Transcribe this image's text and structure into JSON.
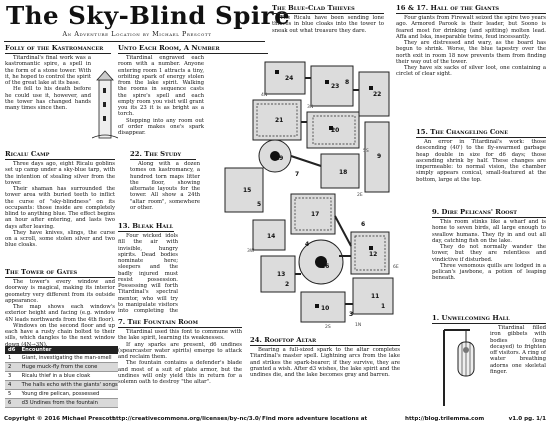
{
  "header": {
    "title": "The Sky-Blind Spire",
    "subtitle": "An Adventure Location by Michael Prescott"
  },
  "sections": {
    "folly": {
      "heading": "Folly of the Kastromancer",
      "body": [
        "Titardinal's final work was a kastromantic spire, a spell in the form of a stone tower. With it, he hoped to control the spirit of the great lake at its base.",
        "He fell to his death before he could use it, however, and the tower has changed hands many times since then."
      ]
    },
    "ricalu": {
      "heading": "Ricalu Camp",
      "body": [
        "Three days ago, eight Ricalu goblins set up camp under a sky-blue tarp, with the intention of stealing silver from the tower.",
        "Their shaman has surrounded the tower area with buried teeth to inflict the curse of \"sky-blindness\" on its occupants: those inside are completely blind to anything blue. The effect begins an hour after entering, and lasts two days after leaving.",
        "They have knives, slings, the curse on a scroll, some stolen silver and two blue cloaks."
      ]
    },
    "tower_gates": {
      "heading": "The Tower of Gates",
      "body": [
        "The tower's every window and doorway is magical, making its interior geometry very different from its outside appearance.",
        "The map shows each window's exterior height and facing (e.g. window 4N leads northwards from the 4th floor).",
        "Windows on the second floor and up each have a rusty chain bolted to their sills, which dangles to the next window down (4N→3N)."
      ]
    },
    "encounter": {
      "header_die": "d6",
      "header_label": "Encounter",
      "rows": [
        [
          "1",
          "Giant, investigating the man-smell"
        ],
        [
          "2",
          "Huge muck-fly from the cone"
        ],
        [
          "3",
          "Ricalu thief in a blue cloak"
        ],
        [
          "4",
          "The halls echo with the giants' songs"
        ],
        [
          "5",
          "Young dire pelican, possessed"
        ],
        [
          "6",
          "d3 Undines from the fountain"
        ]
      ]
    },
    "unto_each": {
      "heading": "Unto Each Room, A Number",
      "body": [
        "Titardinal engraved each room with a number. Anyone entering room 1 attracts a tiny, orbiting spark of energy stolen from the lake spirit. Walking the rooms in sequence casts the spire's spell and each empty room you visit will grant you its 23 it is as bright as a torch.",
        "Stepping into any room out of order makes one's spark disappear."
      ]
    },
    "study": {
      "heading": "22. The Study",
      "body": [
        "Along with a dozen tomes on kastromancy, a hundred torn maps litter the floor, showing alternate layouts for the tower. All show a 24th \"altar room\", somewhere or other."
      ]
    },
    "bleak": {
      "heading": "13. Bleak Hall",
      "body": [
        "Four wicked idols fill the air with invisible, hungry spirits. Dead bodies nominate here; sleepers and the badly injured must resist possession. Possessing will forth Titardinal's spectral mentor, who will try to manipulate visitors into completing the ritual."
      ]
    },
    "fountain": {
      "heading": "7. The Fountain Room",
      "body": [
        "Titardinal used this font to commune with the lake spirit, learning its weaknesses.",
        "If any sparks are present, d6 undines (spearcaster water spirits) emerge to attack and reclaim them.",
        "The fountain contains a defender's blade and most of a suit of plate armor, but the undines will only yield this in return for a solemn oath to destroy \"the altar\"."
      ]
    },
    "blue_clad": {
      "heading": "The Blue-Clad Thieves",
      "body": [
        "The Ricalu have been sending lone thieves in blue cloaks into the tower to sneak out what treasure they dare."
      ]
    },
    "rooftop": {
      "heading": "24. Rooftop Altar",
      "body": [
        "Bearing a full-sized spark to the altar completes Titardinal's master spell. Lightning arcs from the lake and strikes the spark-bearer; if they survive, they are granted a wish. After d3 wishes, the lake spirit and the undines die, and the lake becomes gray and barren."
      ]
    },
    "giants": {
      "heading": "16 & 17. Hall of the Giants",
      "body": [
        "Four giants from Firewalt seized the spire two years ago. Armored Parook is their leader, but Soono is feared most for drinking (and spitting) molten lead. Affa and Iska, inseparable twins, feud incessantly.",
        "They are distressed and wary, as the board has begun to shrink. Worse, the blue tapestry over the north exit in room 18 now prevents them from finding their way out of the tower.",
        "They have six sacks of silver loot, one containing a circlet of clear sight."
      ]
    },
    "changeling": {
      "heading": "15. The Changeling Cone",
      "body": [
        "An error in Titardinal's work: those descending (40') to the fly-swarmed garbage heap double in size for d6 days; those ascending shrink by half. These changes are impermeable: to normal vision, the chamber simply appears conical, small-featured at the bottom, large at the top."
      ]
    },
    "pelicans": {
      "heading": "9. Dire Pelicans' Roost",
      "body": [
        "This room stinks like a wharf and is home to seven birds, all large enough to swallow humans. They fly in and out all day, catching fish on the lake.",
        "They do not normally wander the tower, but they are relentless and vindictive if disturbed.",
        "Three venomous quills are lodged in a pelican's jawbone, a potion of leaping beneath."
      ]
    },
    "unwelcoming": {
      "heading": "1. Unwelcoming Hall",
      "body": [
        "Titardinal filled iron gibbets with bodies (long decayed) to frighten off visitors. A ring of water breathing adorns one skeletal finger."
      ]
    }
  },
  "map": {
    "room_labels": [
      "24",
      "23",
      "22",
      "21",
      "20",
      "19",
      "18",
      "17",
      "16",
      "15",
      "14",
      "13",
      "12",
      "11",
      "10",
      "9",
      "8",
      "7",
      "6",
      "5",
      "4",
      "3",
      "2",
      "1"
    ],
    "window_labels": [
      "4N",
      "3N",
      "5S",
      "2E",
      "6E",
      "3W",
      "2S",
      "1N"
    ]
  },
  "footer": {
    "copyright": "Copyright © 2016 Michael Prescott",
    "license_url": "http://creativecommons.org/licenses/by-nc/3.0/",
    "more_text": "Find more adventure locations at",
    "more_url": "http://blog.trilemma.com",
    "version": "v1.0 pg. 1/1"
  }
}
